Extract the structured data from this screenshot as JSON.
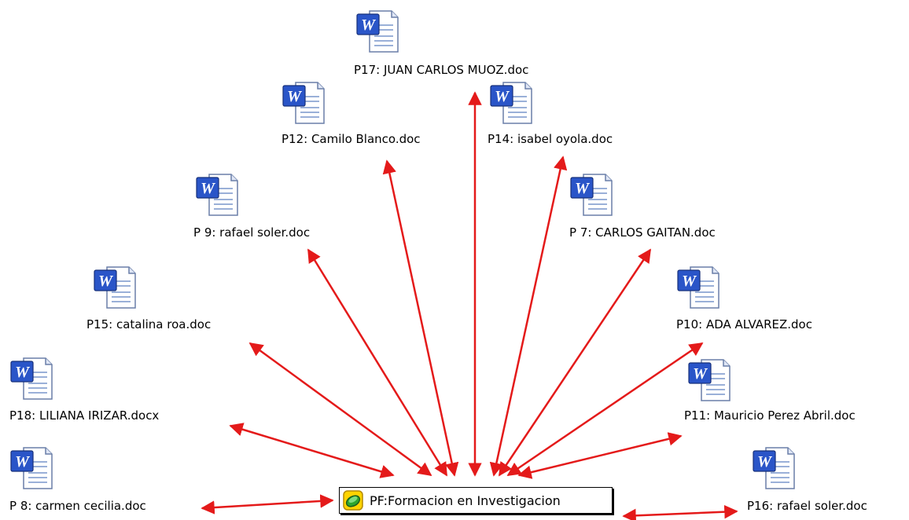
{
  "diagram": {
    "hub": {
      "label": "PF:Formacion en Investigacion",
      "icon": "family-icon"
    },
    "edge_color": "#e41a1a",
    "document_icon": "word-document-icon",
    "documents": [
      {
        "id": "p17",
        "label": "P17: JUAN CARLOS MUOZ.doc"
      },
      {
        "id": "p12",
        "label": "P12: Camilo Blanco.doc"
      },
      {
        "id": "p14",
        "label": "P14: isabel oyola.doc"
      },
      {
        "id": "p9",
        "label": "P 9: rafael soler.doc"
      },
      {
        "id": "p7",
        "label": "P 7: CARLOS GAITAN.doc"
      },
      {
        "id": "p15",
        "label": "P15: catalina roa.doc"
      },
      {
        "id": "p10",
        "label": "P10: ADA ALVAREZ.doc"
      },
      {
        "id": "p18",
        "label": "P18: LILIANA IRIZAR.docx"
      },
      {
        "id": "p11",
        "label": "P11: Mauricio Perez Abril.doc"
      },
      {
        "id": "p8",
        "label": "P 8: carmen cecilia.doc"
      },
      {
        "id": "p16",
        "label": "P16: rafael soler.doc"
      }
    ]
  }
}
